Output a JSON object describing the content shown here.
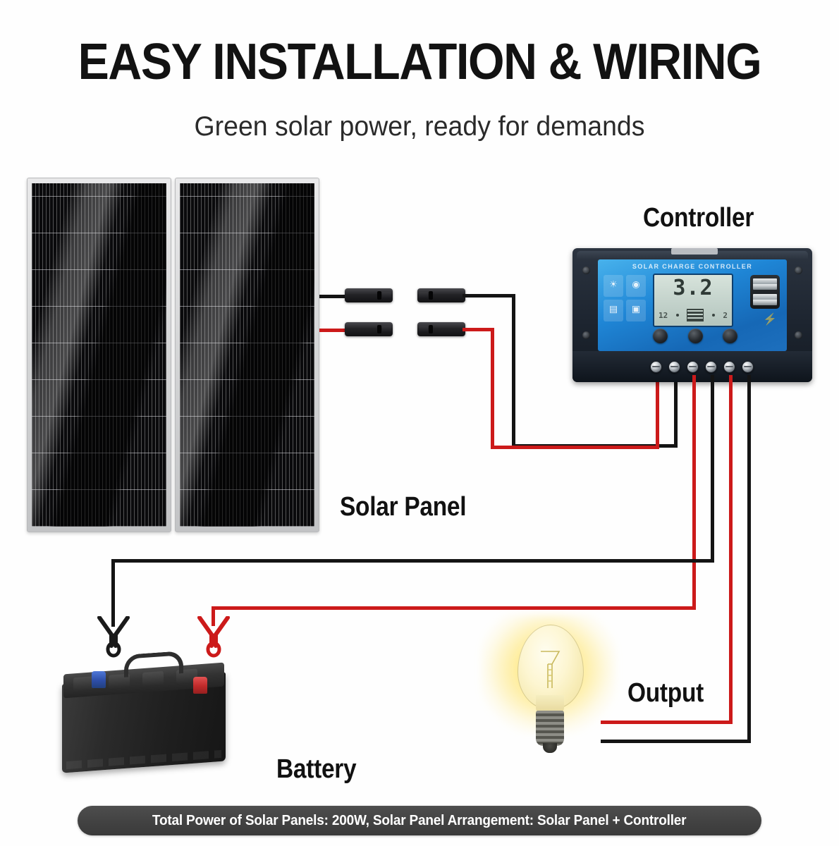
{
  "header": {
    "title": "EASY INSTALLATION & WIRING",
    "subtitle": "Green solar power, ready for demands"
  },
  "labels": {
    "controller": "Controller",
    "solar_panel": "Solar Panel",
    "battery": "Battery",
    "output": "Output"
  },
  "controller": {
    "brand_text": "SOLAR CHARGE CONTROLLER",
    "lcd": {
      "value": "3.2",
      "left_indicator": "12",
      "right_indicator": "2"
    },
    "mode_icons": [
      "solar-panel-icon",
      "sun-icon",
      "battery-icon",
      "load-icon"
    ],
    "mode_glyphs": [
      "☀",
      "◉",
      "▤",
      "▣"
    ],
    "usb_symbol": "⚡",
    "buttons": [
      "ctrl-button-left",
      "ctrl-button-middle",
      "ctrl-button-right"
    ],
    "terminals": [
      {
        "name": "terminal-pv-positive",
        "wire": "red"
      },
      {
        "name": "terminal-pv-negative",
        "wire": "black"
      },
      {
        "name": "terminal-battery-positive",
        "wire": "red"
      },
      {
        "name": "terminal-battery-negative",
        "wire": "black"
      },
      {
        "name": "terminal-load-positive",
        "wire": "red"
      },
      {
        "name": "terminal-load-negative",
        "wire": "black"
      }
    ]
  },
  "panels": [
    {
      "name": "solar-panel-left"
    },
    {
      "name": "solar-panel-right"
    }
  ],
  "connectors": [
    {
      "name": "mc4-connector-female-top",
      "wire": "black"
    },
    {
      "name": "mc4-connector-male-top",
      "wire": "black"
    },
    {
      "name": "mc4-connector-female-bottom",
      "wire": "red"
    },
    {
      "name": "mc4-connector-male-bottom",
      "wire": "red"
    }
  ],
  "battery": {
    "negative_terminal": "battery-negative-terminal",
    "positive_terminal": "battery-positive-terminal",
    "clamps": [
      "ring-clamp-negative",
      "ring-clamp-positive"
    ]
  },
  "load": {
    "name": "light-bulb"
  },
  "caption": {
    "text": "Total Power of Solar Panels: 200W, Solar Panel Arrangement: Solar Panel + Controller"
  },
  "colors": {
    "wire_red": "#cc1a1a",
    "wire_black": "#141414",
    "controller_blue": "#1f86d6",
    "caption_bg": "#434343",
    "bulb_glow": "#ffe250"
  }
}
